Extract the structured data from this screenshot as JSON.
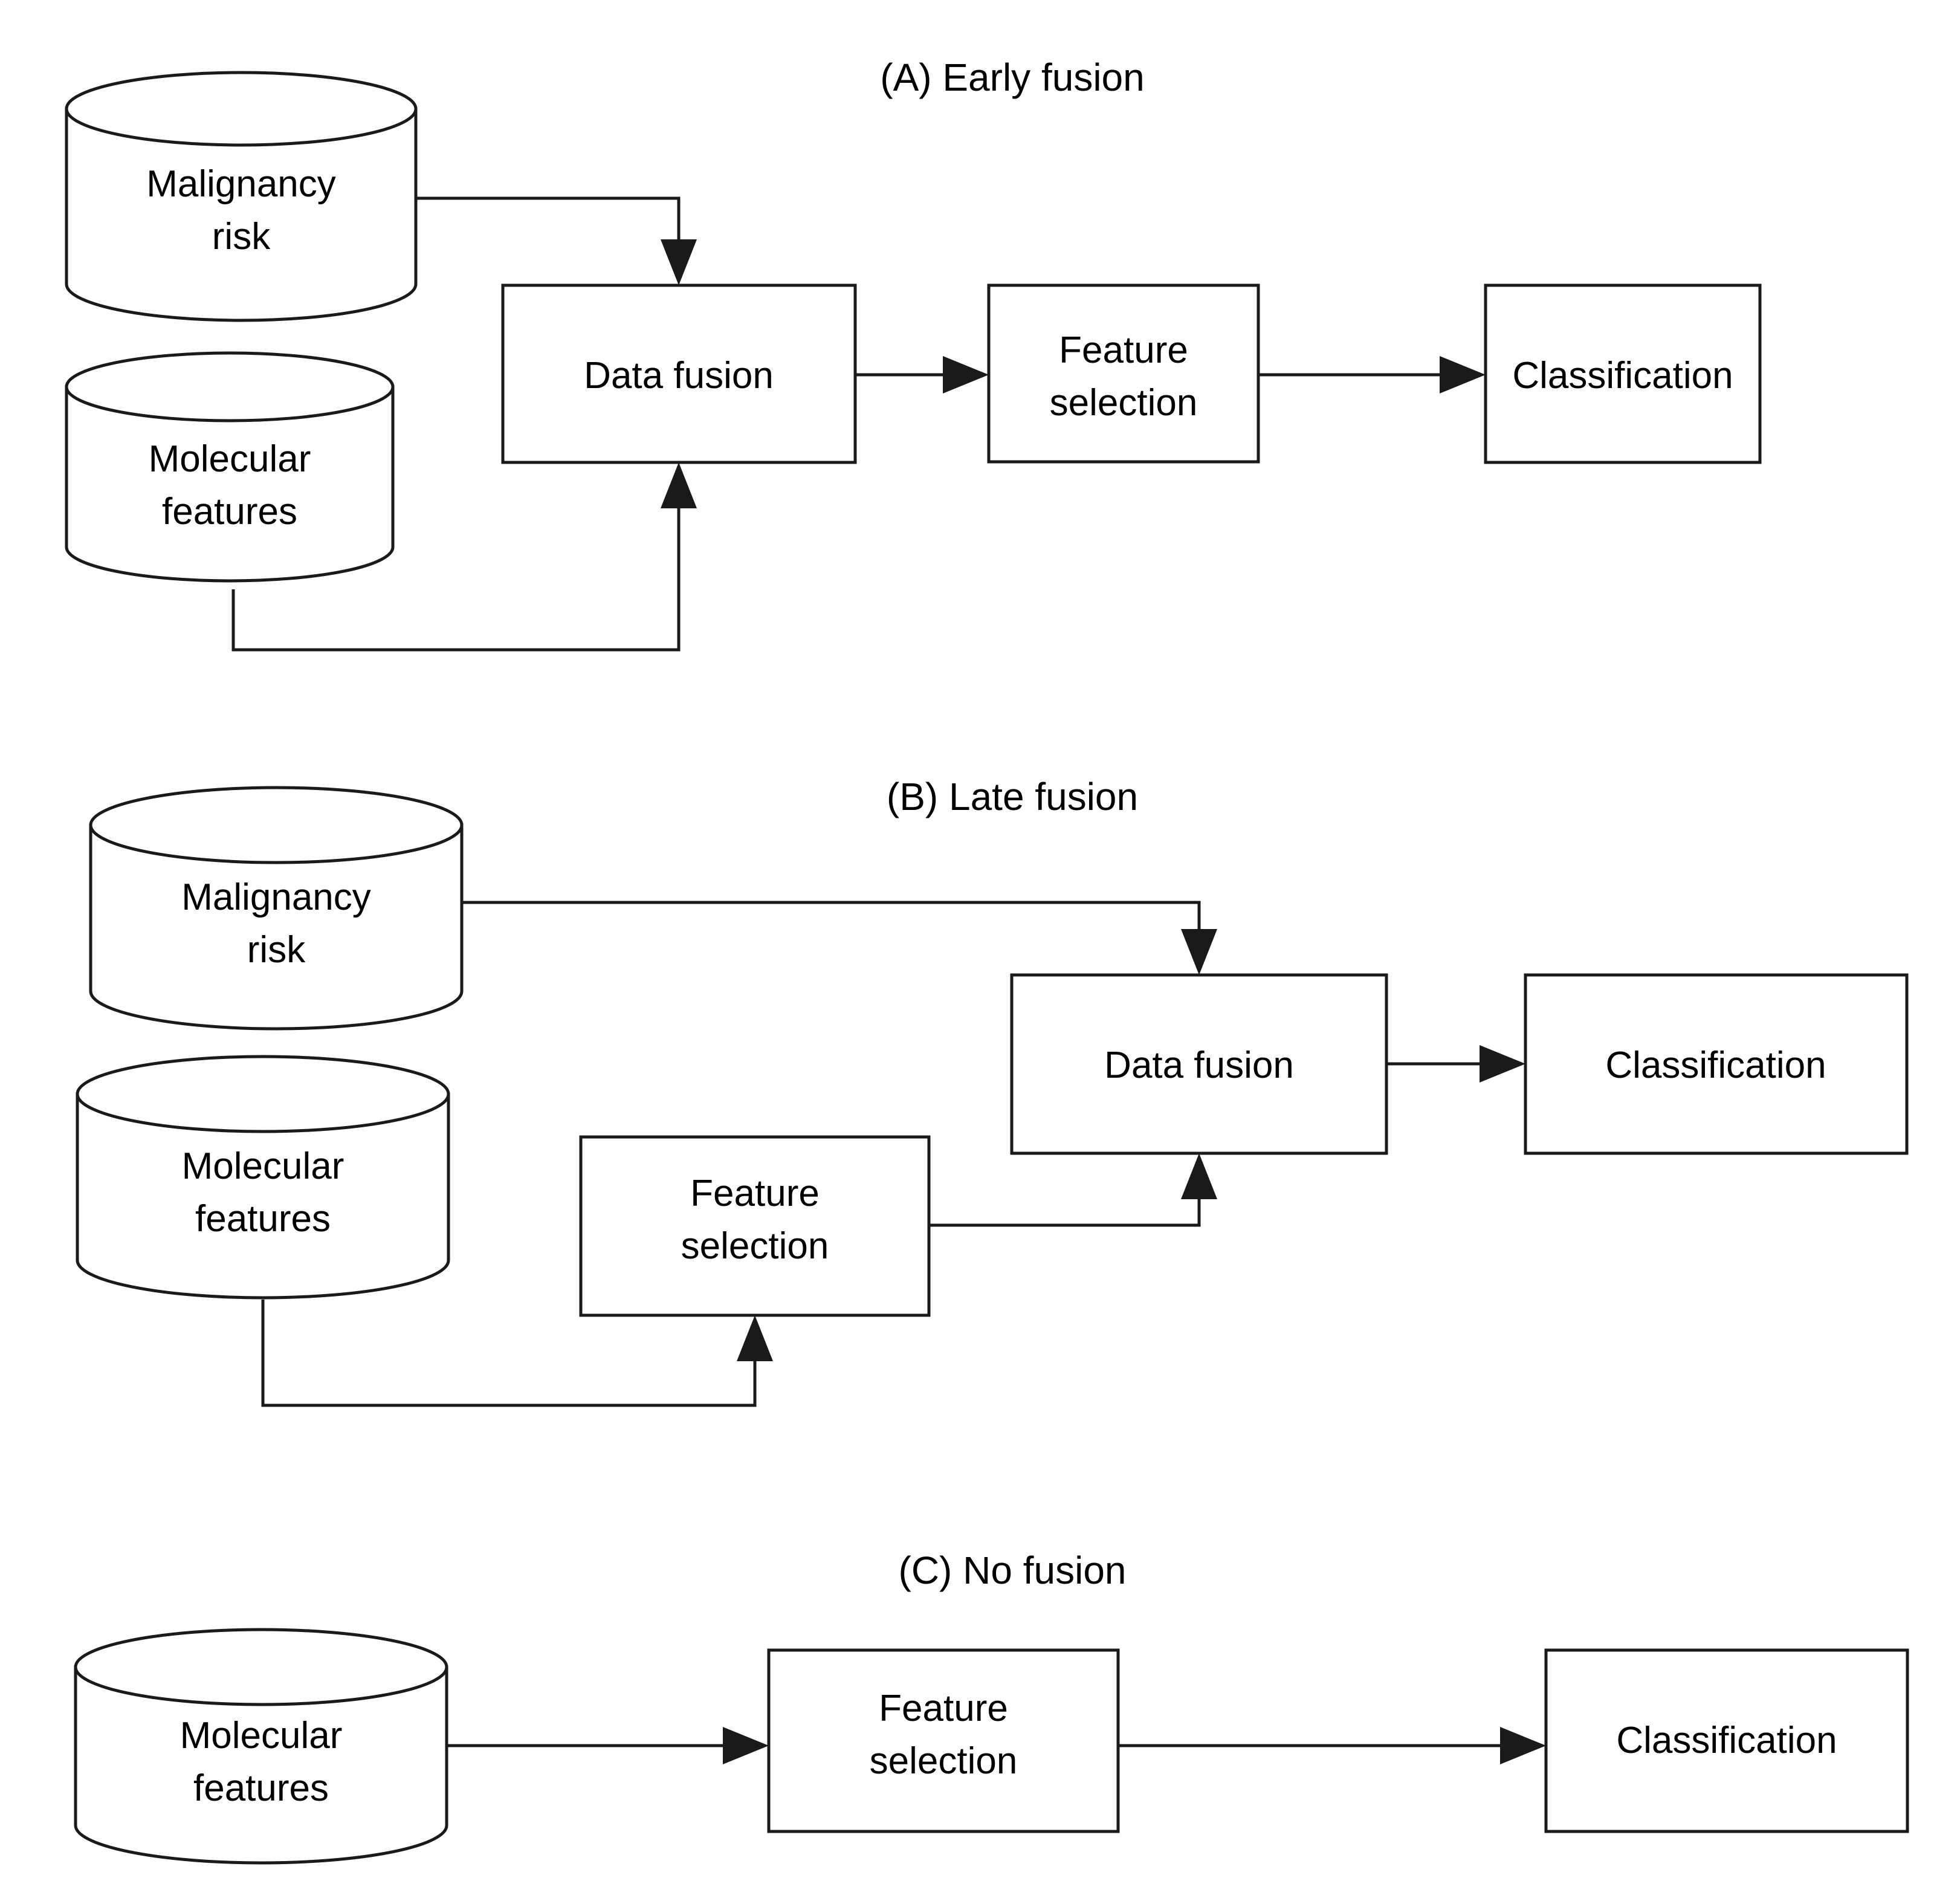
{
  "figure": {
    "background_color": "#ffffff",
    "line_color": "#1a1a1a",
    "text_color": "#000000"
  },
  "panels": [
    {
      "id": "panel-a",
      "title": "(A) Early fusion",
      "nodes": {
        "source_top": {
          "label_line1": "Malignancy",
          "label_line2": "risk",
          "shape": "cylinder"
        },
        "source_bottom": {
          "label_line1": "Molecular",
          "label_line2": "features",
          "shape": "cylinder"
        },
        "stage1": {
          "label_line1": "Data fusion",
          "label_line2": "",
          "shape": "rect"
        },
        "stage2": {
          "label_line1": "Feature",
          "label_line2": "selection",
          "shape": "rect"
        },
        "stage3": {
          "label_line1": "Classification",
          "label_line2": "",
          "shape": "rect"
        }
      }
    },
    {
      "id": "panel-b",
      "title": "(B) Late fusion",
      "nodes": {
        "source_top": {
          "label_line1": "Malignancy",
          "label_line2": "risk",
          "shape": "cylinder"
        },
        "source_bottom": {
          "label_line1": "Molecular",
          "label_line2": "features",
          "shape": "cylinder"
        },
        "stage1": {
          "label_line1": "Feature",
          "label_line2": "selection",
          "shape": "rect"
        },
        "stage2": {
          "label_line1": "Data fusion",
          "label_line2": "",
          "shape": "rect"
        },
        "stage3": {
          "label_line1": "Classification",
          "label_line2": "",
          "shape": "rect"
        }
      }
    },
    {
      "id": "panel-c",
      "title": "(C) No fusion",
      "nodes": {
        "source_bottom": {
          "label_line1": "Molecular",
          "label_line2": "features",
          "shape": "cylinder"
        },
        "stage1": {
          "label_line1": "Feature",
          "label_line2": "selection",
          "shape": "rect"
        },
        "stage2": {
          "label_line1": "Classification",
          "label_line2": "",
          "shape": "rect"
        }
      }
    }
  ]
}
